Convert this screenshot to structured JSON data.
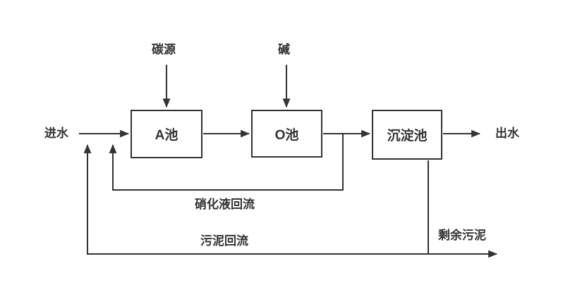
{
  "diagram": {
    "type": "process-flow",
    "description": "A/O activated sludge wastewater treatment process flow diagram",
    "nodes": [
      {
        "id": "tank-a",
        "label": "A池"
      },
      {
        "id": "tank-o",
        "label": "O池"
      },
      {
        "id": "sedimentation-tank",
        "label": "沉淀池"
      }
    ],
    "labels": {
      "influent": "进水",
      "carbon_source": "碳源",
      "alkali": "碱",
      "effluent": "出水",
      "nitrified_return": "硝化液回流",
      "sludge_return": "污泥回流",
      "excess_sludge": "剩余污泥"
    },
    "edges": [
      {
        "from": "influent",
        "to": "tank-a"
      },
      {
        "from": "carbon_source",
        "to": "tank-a"
      },
      {
        "from": "alkali",
        "to": "tank-o"
      },
      {
        "from": "tank-a",
        "to": "tank-o"
      },
      {
        "from": "tank-o",
        "to": "sedimentation-tank"
      },
      {
        "from": "sedimentation-tank",
        "to": "effluent"
      },
      {
        "from": "tank-o-outlet",
        "to": "tank-a",
        "label": "硝化液回流"
      },
      {
        "from": "sedimentation-tank",
        "to": "influent",
        "label": "污泥回流"
      },
      {
        "from": "sedimentation-tank",
        "to": "excess_sludge",
        "label": "剩余污泥"
      }
    ],
    "colors": {
      "line": "#333333",
      "text": "#333333",
      "background": "#ffffff"
    }
  }
}
